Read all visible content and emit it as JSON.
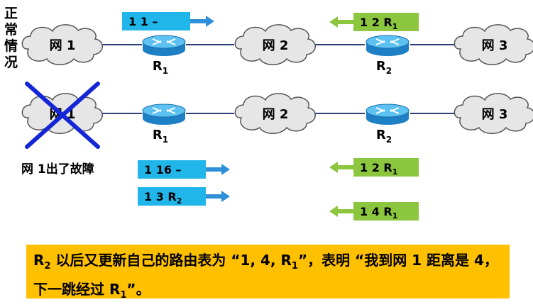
{
  "side_label": "正常情况",
  "fault_label": "网 1出了故障",
  "colors": {
    "link": "#2a3f7a",
    "cloud_fill": "#e6e6e6",
    "router_top": "#5dc2f2",
    "router_body": "#1d7fc4",
    "blue_box": "#21b6ea",
    "blue_arrow": "#2f8fd8",
    "green_box": "#8cc63f",
    "green_arrow": "#8cc63f",
    "cross": "#1427d6",
    "caption_bg": "#ffc000"
  },
  "rows": [
    {
      "clouds": [
        "网 1",
        "网 2",
        "网 3"
      ],
      "routers": [
        {
          "name": "R",
          "sub": "1"
        },
        {
          "name": "R",
          "sub": "2"
        }
      ],
      "net1_failed": false
    },
    {
      "clouds": [
        "网 1",
        "网 2",
        "网 3"
      ],
      "routers": [
        {
          "name": "R",
          "sub": "1"
        },
        {
          "name": "R",
          "sub": "2"
        }
      ],
      "net1_failed": true
    }
  ],
  "route_entries": [
    {
      "id": "r1-normal",
      "text": "1  1  –",
      "sub": "",
      "color": "blue",
      "direction": "right"
    },
    {
      "id": "r2-normal",
      "text": "1  2  R",
      "sub": "1",
      "color": "green",
      "direction": "left"
    },
    {
      "id": "r1-fault",
      "text": "1  16  –",
      "sub": "",
      "color": "blue",
      "direction": "right"
    },
    {
      "id": "r1-updated",
      "text": "1  3  R",
      "sub": "2",
      "color": "blue",
      "direction": "right"
    },
    {
      "id": "r2-fault",
      "text": "1  2  R",
      "sub": "1",
      "color": "green",
      "direction": "left"
    },
    {
      "id": "r2-updated",
      "text": "1  4  R",
      "sub": "1",
      "color": "green",
      "direction": "left"
    }
  ],
  "caption": {
    "part1": "R",
    "part1_sub": "2",
    "part2": " 以后又更新自己的路由表为 “1, 4, R",
    "part2_sub": "1",
    "part3": "”，表明 “我到网 1 距离是 4，下一跳经过 R",
    "part3_sub": "1",
    "part4": "”。"
  }
}
